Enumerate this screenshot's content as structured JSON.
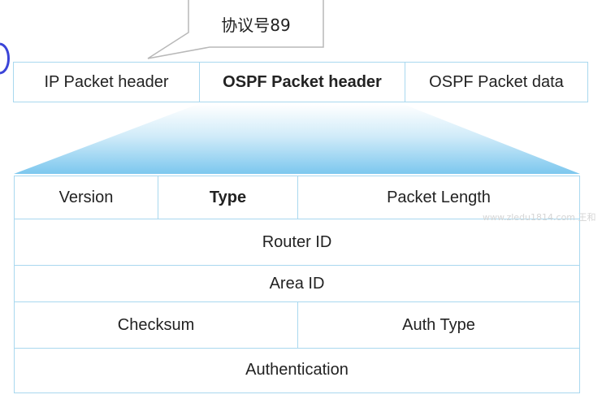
{
  "callout": {
    "text": "协议号89"
  },
  "packet": {
    "segments": [
      "IP Packet header",
      "OSPF Packet header",
      "OSPF Packet data"
    ]
  },
  "ospf_header": {
    "row1": [
      "Version",
      "Type",
      "Packet Length"
    ],
    "row2": "Router ID",
    "row3": "Area ID",
    "row4": [
      "Checksum",
      "Auth Type"
    ],
    "row5": "Authentication"
  },
  "watermark": "www.zledu1814.com 王和",
  "colors": {
    "border": "#a9d8ef",
    "accent": "#3a44d8",
    "gradient_top": "#7cc7ee"
  }
}
